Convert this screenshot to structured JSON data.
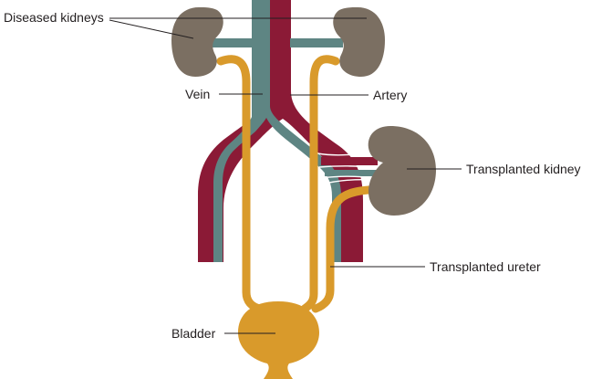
{
  "labels": {
    "diseased_kidneys": "Diseased kidneys",
    "vein": "Vein",
    "artery": "Artery",
    "transplanted_kidney": "Transplanted kidney",
    "transplanted_ureter": "Transplanted ureter",
    "bladder": "Bladder"
  },
  "colors": {
    "vein": "#5e8583",
    "artery": "#8b1a36",
    "kidney": "#7b6f62",
    "ureter": "#d99a2b",
    "ureter_fill": "#ffffff",
    "leader": "#231f20"
  }
}
